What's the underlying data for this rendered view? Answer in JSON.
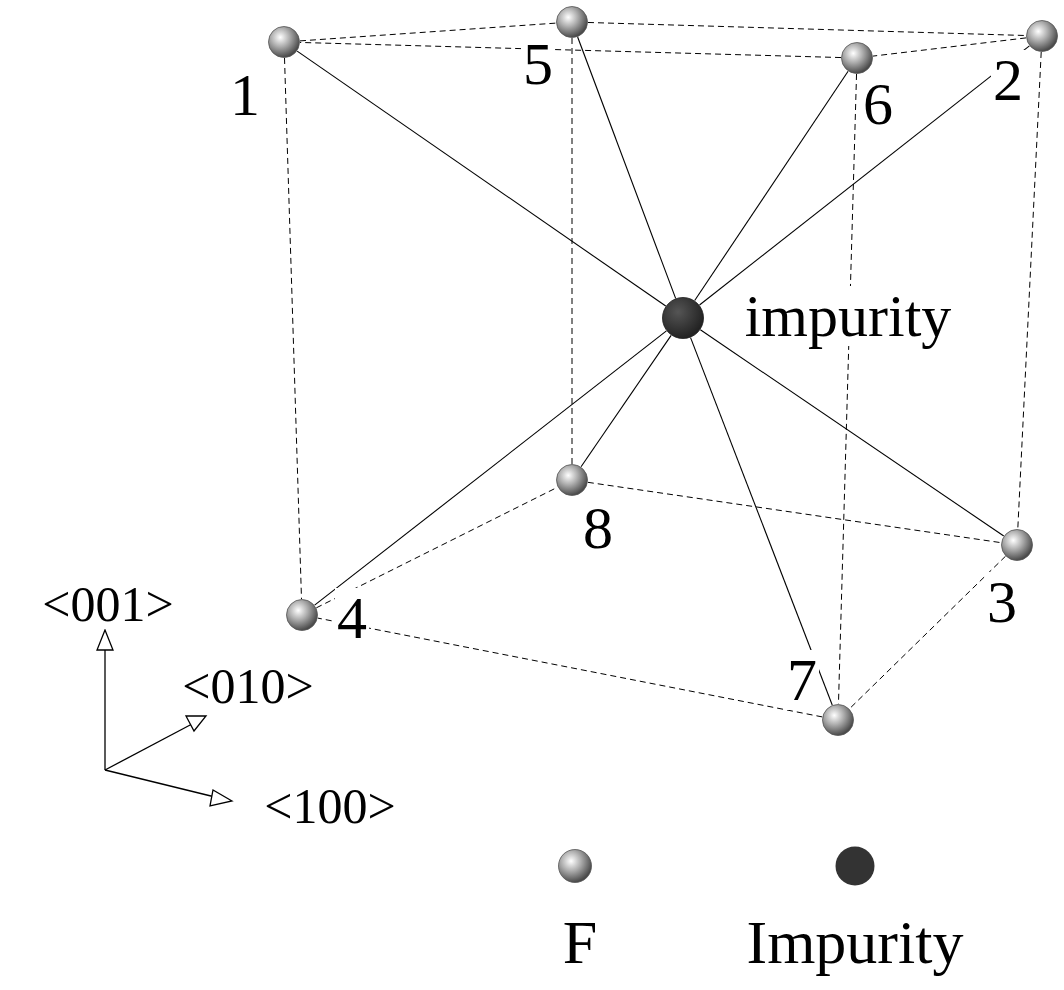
{
  "diagram": {
    "nodes": [
      {
        "text": [
          "1"
        ]
      },
      {
        "text": [
          "2"
        ]
      },
      {
        "text": [
          "3"
        ]
      },
      {
        "text": [
          "4"
        ]
      },
      {
        "text": [
          "5"
        ]
      },
      {
        "text": [
          "6"
        ]
      },
      {
        "text": [
          "7"
        ]
      },
      {
        "text": [
          "8"
        ]
      },
      {
        "text": [
          "impurity"
        ]
      }
    ],
    "edges": [
      {
        "from": 8,
        "to": 0,
        "arrow": "none"
      },
      {
        "from": 8,
        "to": 1,
        "arrow": "none"
      },
      {
        "from": 8,
        "to": 2,
        "arrow": "none"
      },
      {
        "from": 8,
        "to": 3,
        "arrow": "none"
      },
      {
        "from": 8,
        "to": 4,
        "arrow": "none"
      },
      {
        "from": 8,
        "to": 5,
        "arrow": "none"
      },
      {
        "from": 8,
        "to": 6,
        "arrow": "none"
      },
      {
        "from": 8,
        "to": 7,
        "arrow": "none"
      },
      {
        "from": 0,
        "to": 4,
        "arrow": "none"
      },
      {
        "from": 4,
        "to": 1,
        "arrow": "none"
      },
      {
        "from": 1,
        "to": 5,
        "arrow": "none"
      },
      {
        "from": 5,
        "to": 0,
        "arrow": "none"
      },
      {
        "from": 3,
        "to": 7,
        "arrow": "none"
      },
      {
        "from": 7,
        "to": 2,
        "arrow": "none"
      },
      {
        "from": 2,
        "to": 6,
        "arrow": "none"
      },
      {
        "from": 6,
        "to": 3,
        "arrow": "none"
      },
      {
        "from": 0,
        "to": 3,
        "arrow": "none"
      },
      {
        "from": 4,
        "to": 7,
        "arrow": "none"
      },
      {
        "from": 5,
        "to": 6,
        "arrow": "none"
      },
      {
        "from": 1,
        "to": 2,
        "arrow": "none"
      }
    ],
    "labels": [
      "<001>",
      "<010>",
      "<100>"
    ],
    "legend": [
      {
        "text": "F"
      },
      {
        "text": "Impurity",
        "color": "#333333"
      }
    ]
  }
}
